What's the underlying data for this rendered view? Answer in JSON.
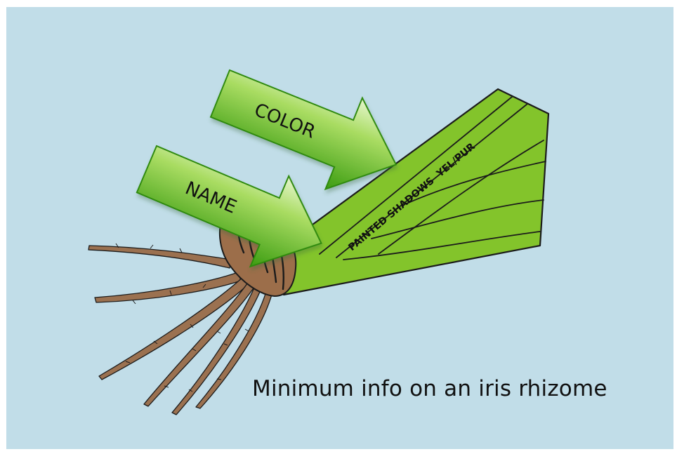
{
  "diagram": {
    "arrow_top_label": "COLOR",
    "arrow_bottom_label": "NAME",
    "leaf_label": "PAINTED SHADOWS  YEL/PUR",
    "caption": "Minimum info on an iris rhizome"
  },
  "colors": {
    "background": "#c1dde8",
    "leaf_fill": "#83c42b",
    "rhizome_fill": "#9c6e4a",
    "root_fill": "#9b7150",
    "arrow_light": "#dff2c4",
    "arrow_dark": "#3a9a10",
    "outline": "#1b1b1b"
  },
  "icons": {
    "arrow_shape": "right-arrow-icon",
    "leaf_shape": "iris-leaf-fan",
    "rhizome_shape": "rhizome-bulb"
  }
}
